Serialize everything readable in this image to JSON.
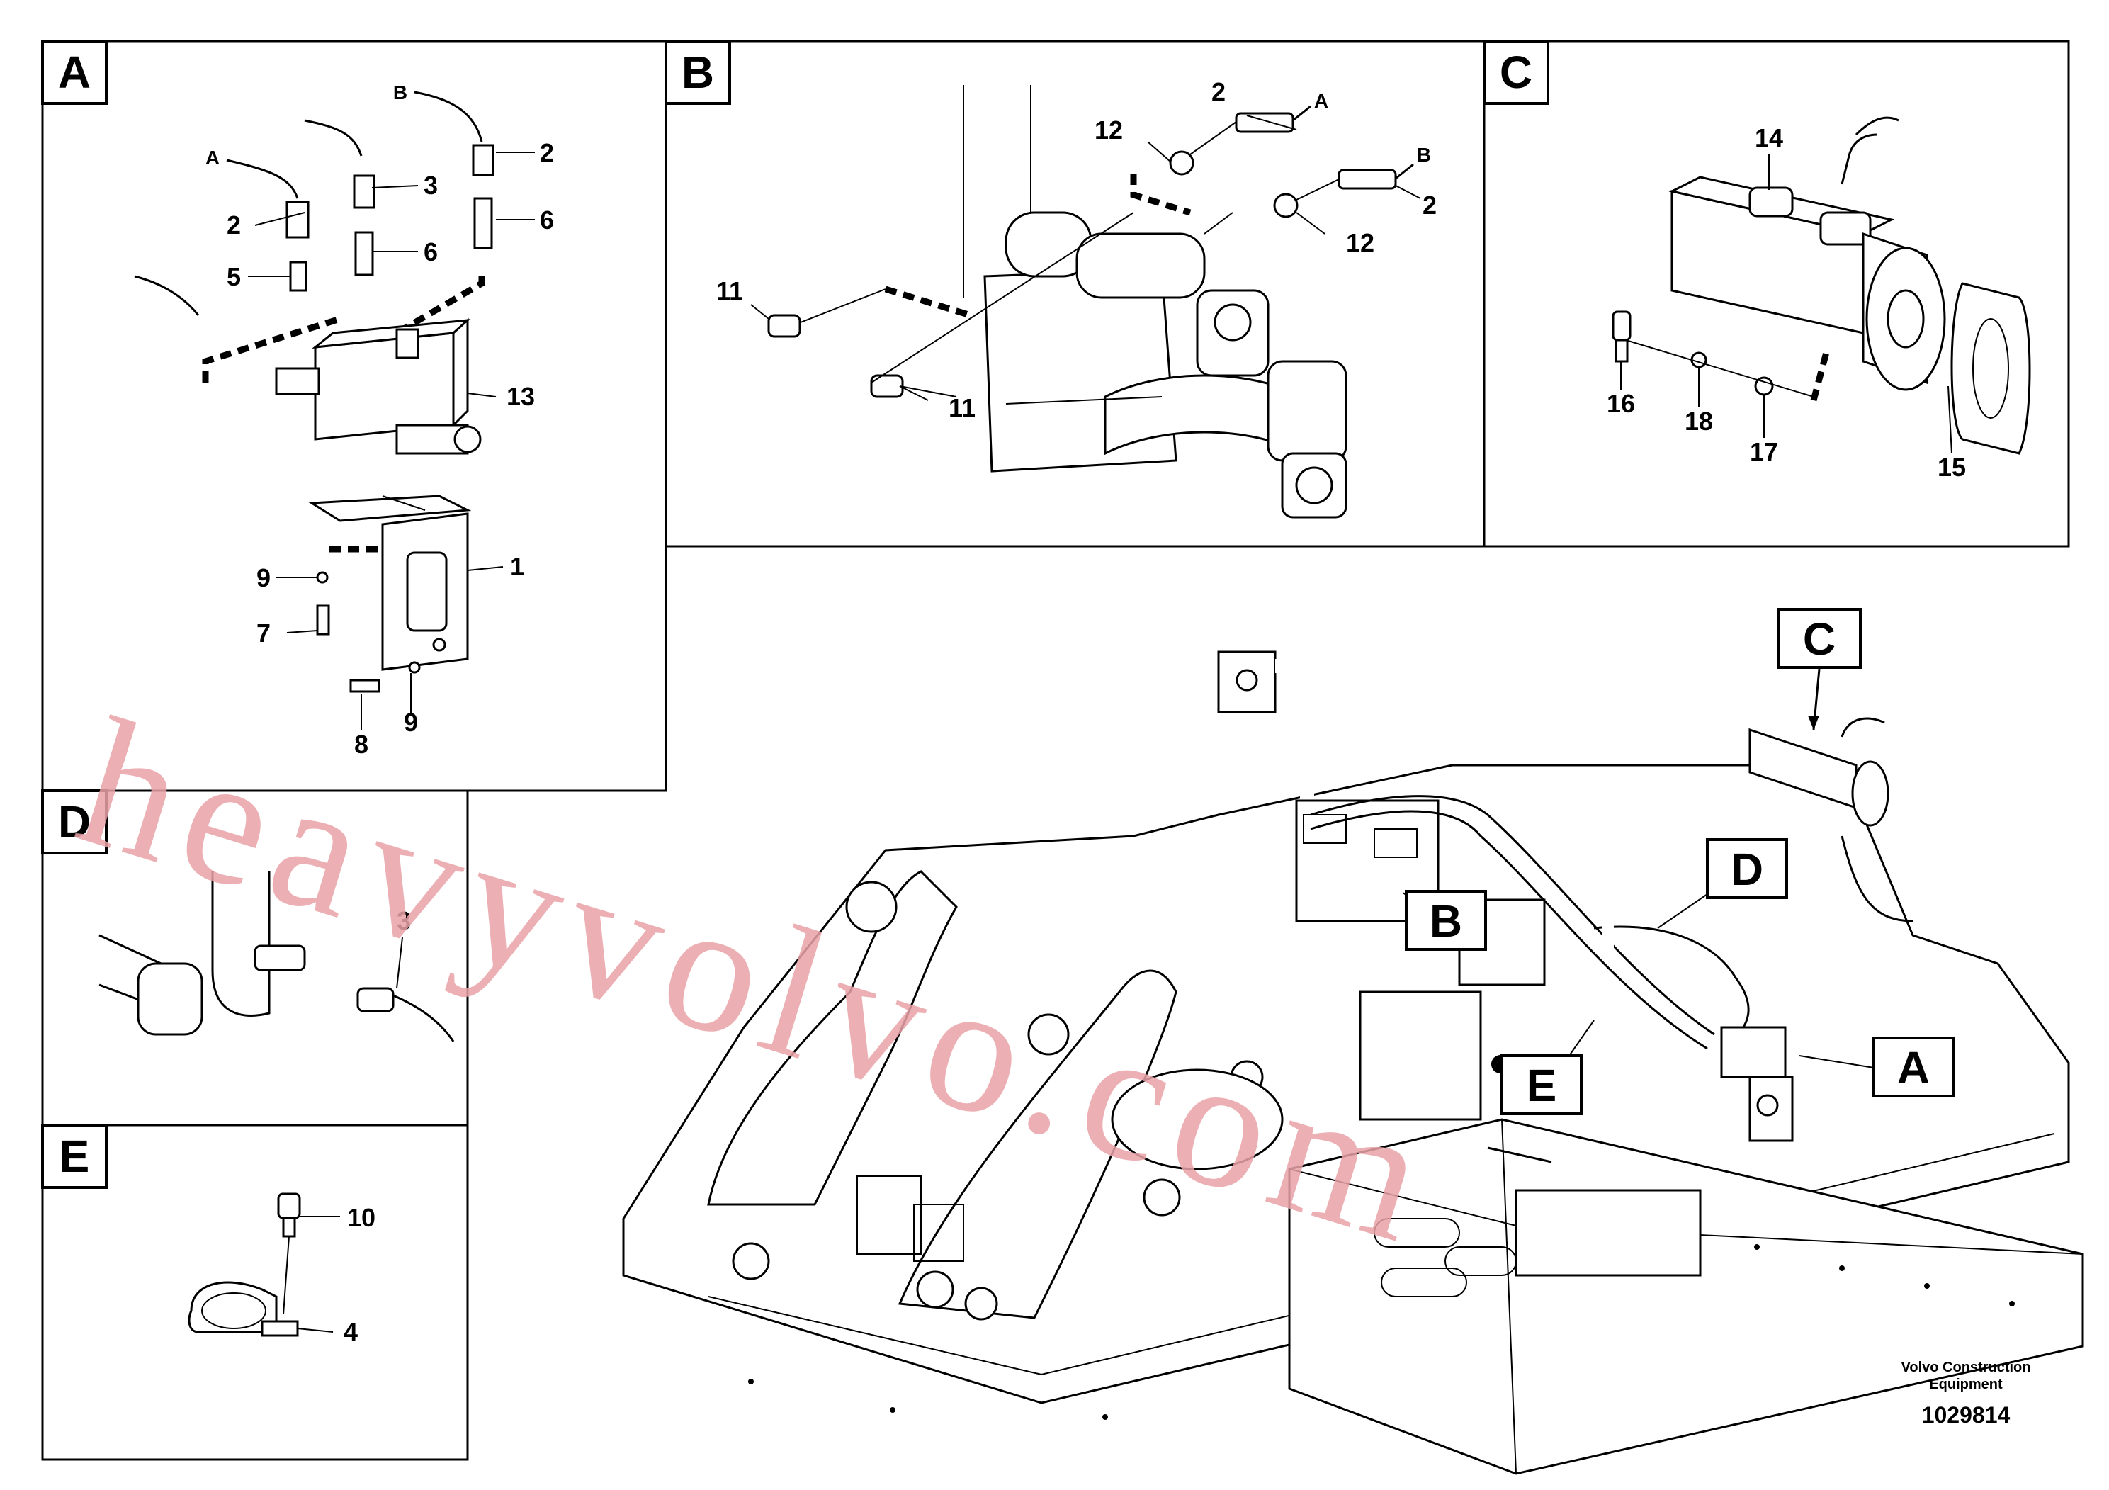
{
  "panels": {
    "A": {
      "letter": "A",
      "pipe_labels": [
        "A",
        "B"
      ],
      "callouts": [
        "2",
        "3",
        "2",
        "6",
        "5",
        "6",
        "13",
        "1",
        "9",
        "7",
        "8",
        "9"
      ]
    },
    "B": {
      "letter": "B",
      "pipe_labels": [
        "A",
        "B"
      ],
      "callouts": [
        "2",
        "12",
        "2",
        "12",
        "11",
        "11"
      ]
    },
    "C": {
      "letter": "C",
      "callouts": [
        "14",
        "16",
        "18",
        "17",
        "15"
      ]
    },
    "D": {
      "letter": "D",
      "callouts": [
        "3"
      ]
    },
    "E": {
      "letter": "E",
      "callouts": [
        "10",
        "4"
      ]
    }
  },
  "overview": {
    "locator_labels": [
      "C",
      "D",
      "B",
      "E",
      "A"
    ]
  },
  "footer": {
    "maker_line1": "Volvo Construction",
    "maker_line2": "Equipment",
    "drawing_number": "1029814"
  },
  "watermark": "heavyvolvo.com"
}
